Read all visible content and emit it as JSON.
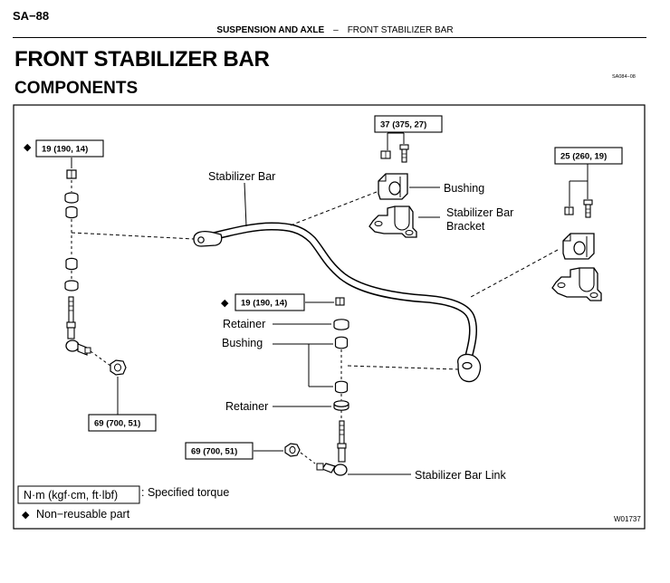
{
  "page_id": "SA−88",
  "running_header": {
    "section": "SUSPENSION AND AXLE",
    "separator": "–",
    "subject": "FRONT STABILIZER BAR"
  },
  "title": "FRONT STABILIZER BAR",
  "subtitle": "COMPONENTS",
  "image_code": "SA084−08",
  "torque_specs": {
    "t_left_top": "19 (190, 14)",
    "t_bracket_center": "37 (375, 27)",
    "t_bracket_right": "25 (260, 19)",
    "t_link_nut_center": "19 (190, 14)",
    "t_left_bottom": "69 (700, 51)",
    "t_link_bottom": "69 (700, 51)"
  },
  "labels": {
    "stabilizer_bar": "Stabilizer Bar",
    "bushing_top": "Bushing",
    "bracket_line1": "Stabilizer Bar",
    "bracket_line2": "Bracket",
    "retainer_upper": "Retainer",
    "bushing_link": "Bushing",
    "retainer_lower": "Retainer",
    "stabilizer_bar_link": "Stabilizer Bar Link"
  },
  "legend": {
    "torque_unit": "N·m (kgf·cm, ft·lbf)",
    "torque_desc": ": Specified torque",
    "non_reusable_symbol": "◆",
    "non_reusable": "Non−reusable part"
  },
  "drawing_code": "W01737"
}
